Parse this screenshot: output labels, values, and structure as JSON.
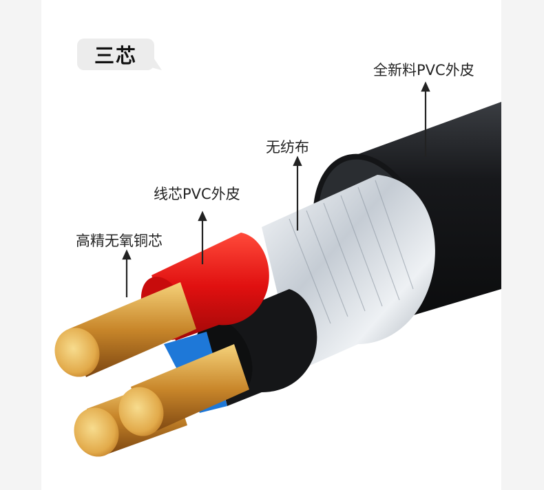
{
  "badge": {
    "text": "三芯"
  },
  "labels": {
    "outer_sheath": "全新料PVC外皮",
    "nonwoven": "无纺布",
    "core_sheath": "线芯PVC外皮",
    "copper": "高精无氧铜芯"
  },
  "colors": {
    "sheath_black": "#111214",
    "insulation_red": "#e01010",
    "insulation_blue": "#1e78d8",
    "copper_gold": "#d49a3c",
    "shield_silver": "#d7dde3"
  }
}
